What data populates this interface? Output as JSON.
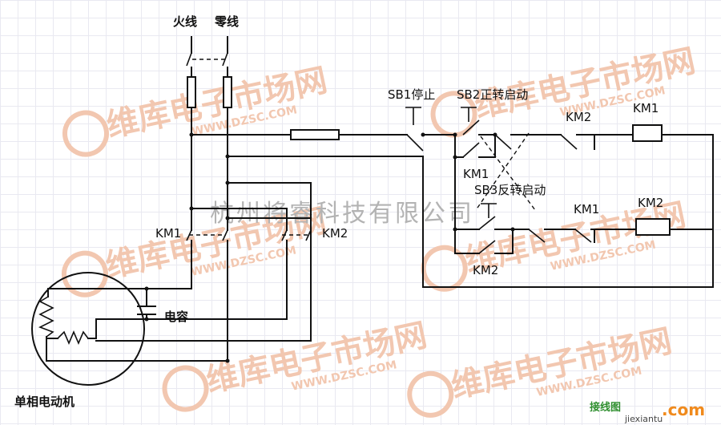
{
  "labels": {
    "live_wire": "火线",
    "neutral_wire": "零线",
    "sb1_stop": "SB1停止",
    "sb2_forward": "SB2正转启动",
    "sb3_reverse": "SB3反转启动",
    "km1_power": "KM1",
    "km2_power": "KM2",
    "km1_interlock_top": "KM1",
    "km2_interlock_bottom": "KM2",
    "km2_series_top": "KM2",
    "km1_coil": "KM1",
    "km1_series_bottom": "KM1",
    "km2_coil": "KM2",
    "capacitor": "电容",
    "motor": "单相电动机"
  },
  "watermarks": {
    "brand_cn": "维库电子市场网",
    "brand_url": "WWW.DZSC.COM",
    "company": "杭州将睿科技有限公司"
  },
  "logo": {
    "text_cn": "接线图",
    "text_com": ".com",
    "text_url": "jiexiantu"
  },
  "colors": {
    "line": "#111111",
    "grid": "#e9e9f1",
    "watermark": "#f2c7b0",
    "logo_green": "#2f8f2f",
    "logo_orange": "#f08a1c"
  }
}
